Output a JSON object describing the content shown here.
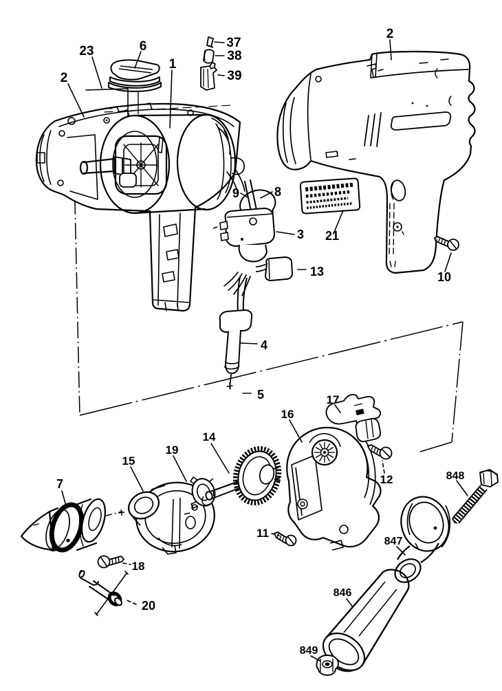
{
  "page": {
    "background_color": "#ffffff",
    "ink_color": "#000000",
    "description": "Exploded parts diagram of an electric drill (black line art on white)"
  },
  "callouts": [
    {
      "n": "23"
    },
    {
      "n": "2"
    },
    {
      "n": "6"
    },
    {
      "n": "1"
    },
    {
      "n": "37"
    },
    {
      "n": "38"
    },
    {
      "n": "39"
    },
    {
      "n": "2"
    },
    {
      "n": "9"
    },
    {
      "n": "8"
    },
    {
      "n": "3"
    },
    {
      "n": "21"
    },
    {
      "n": "13"
    },
    {
      "n": "10"
    },
    {
      "n": "4"
    },
    {
      "n": "5"
    },
    {
      "n": "17"
    },
    {
      "n": "16"
    },
    {
      "n": "14"
    },
    {
      "n": "19"
    },
    {
      "n": "15"
    },
    {
      "n": "12"
    },
    {
      "n": "11"
    },
    {
      "n": "7"
    },
    {
      "n": "18"
    },
    {
      "n": "20"
    },
    {
      "n": "848"
    },
    {
      "n": "847"
    },
    {
      "n": "846"
    },
    {
      "n": "849"
    }
  ],
  "nameplate": {
    "line_count": 4,
    "legibility": "illegible fine print"
  }
}
